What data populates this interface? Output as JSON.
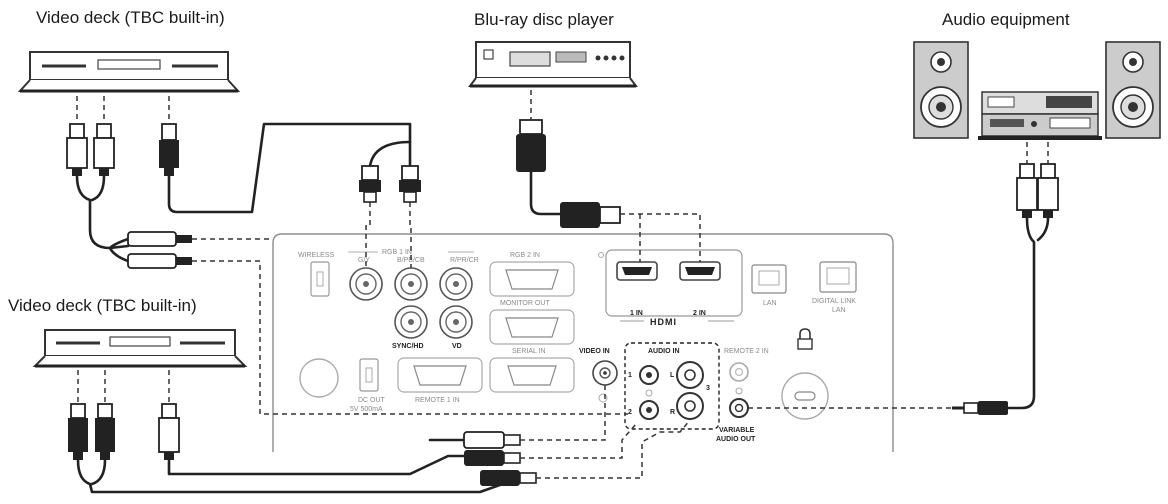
{
  "captions": {
    "video_deck_top": "Video deck (TBC built-in)",
    "bluray": "Blu-ray disc player",
    "audio_equipment": "Audio equipment",
    "video_deck_bottom": "Video deck (TBC built-in)"
  },
  "panel": {
    "wireless": "WIRELESS",
    "rgb1_in": "RGB 1 IN",
    "g_y": "G/Y",
    "b_pb_cb": "B/PB/CB",
    "r_pr_cr": "R/PR/CR",
    "sync_hd": "SYNC/HD",
    "vd": "VD",
    "rgb2_in": "RGB 2 IN",
    "monitor_out": "MONITOR OUT",
    "serial_in": "SERIAL IN",
    "remote1_in": "REMOTE 1 IN",
    "dc_out": "DC OUT",
    "dc_out_rating": "5V 500mA",
    "hdmi_1_in": "1 IN",
    "hdmi_2_in": "2 IN",
    "hdmi_logo": "HDMI",
    "lan": "LAN",
    "digital_link": "DIGITAL LINK",
    "digital_link_lan": "LAN",
    "video_in": "VIDEO IN",
    "audio_in": "AUDIO IN",
    "remote2_in": "REMOTE 2 IN",
    "audio_in_1": "1",
    "audio_in_2": "2",
    "audio_l": "L",
    "audio_r": "R",
    "audio_3": "3",
    "variable_audio_out_1": "VARIABLE",
    "variable_audio_out_2": "AUDIO OUT"
  }
}
